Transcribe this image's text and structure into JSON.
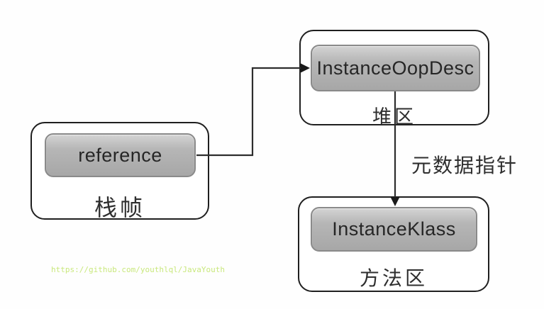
{
  "diagram": {
    "title_implicit": "JVM object reference resolution",
    "nodes": [
      {
        "id": "stack-frame",
        "inner_label": "reference",
        "region_label": "栈帧"
      },
      {
        "id": "heap",
        "inner_label": "InstanceOopDesc",
        "region_label": "堆区"
      },
      {
        "id": "method-area",
        "inner_label": "InstanceKlass",
        "region_label": "方法区"
      }
    ],
    "edges": [
      {
        "from": "reference",
        "to": "InstanceOopDesc",
        "label": ""
      },
      {
        "from": "InstanceOopDesc",
        "to": "InstanceKlass",
        "label": "元数据指针"
      }
    ]
  },
  "watermark": {
    "url": "https://github.com/youthlql/JavaYouth"
  },
  "colors": {
    "bg_color": "#fefefe",
    "outer_border_color": "#1f1f1f",
    "inner_border_color": "#8a8a8a",
    "node_text_color": "#262626",
    "label_text_color": "#2e2e2e",
    "connector_color": "#2d2d2d",
    "watermark_color": "#c9e87d"
  }
}
